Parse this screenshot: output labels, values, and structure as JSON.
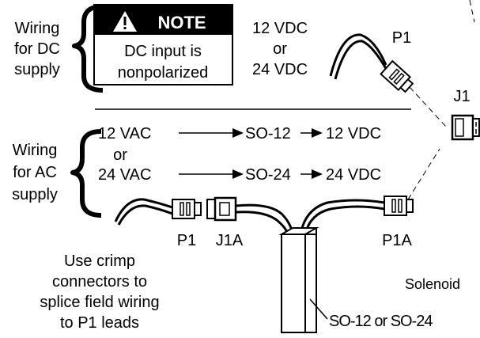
{
  "dc_section": {
    "label_lines": [
      "Wiring",
      "for DC",
      "supply"
    ],
    "note_title": "NOTE",
    "note_body_lines": [
      "DC input is",
      "nonpolarized"
    ],
    "voltage_lines": [
      "12 VDC",
      "or",
      "24 VDC"
    ],
    "connector_p1": "P1",
    "connector_j1": "J1"
  },
  "ac_section": {
    "label_lines": [
      "Wiring",
      "for AC",
      "supply"
    ],
    "row1": {
      "input": "12 VAC",
      "device": "SO-12",
      "output": "12 VDC"
    },
    "or_text": "or",
    "row2": {
      "input": "24 VAC",
      "device": "SO-24",
      "output": "24 VDC"
    },
    "connector_p1": "P1",
    "connector_j1a": "J1A",
    "connector_p1a": "P1A"
  },
  "crimp_note_lines": [
    "Use crimp",
    "connectors to",
    "splice field wiring",
    "to P1 leads"
  ],
  "solenoid_label": "Solenoid",
  "solenoid_part": "SO-12 or SO-24"
}
